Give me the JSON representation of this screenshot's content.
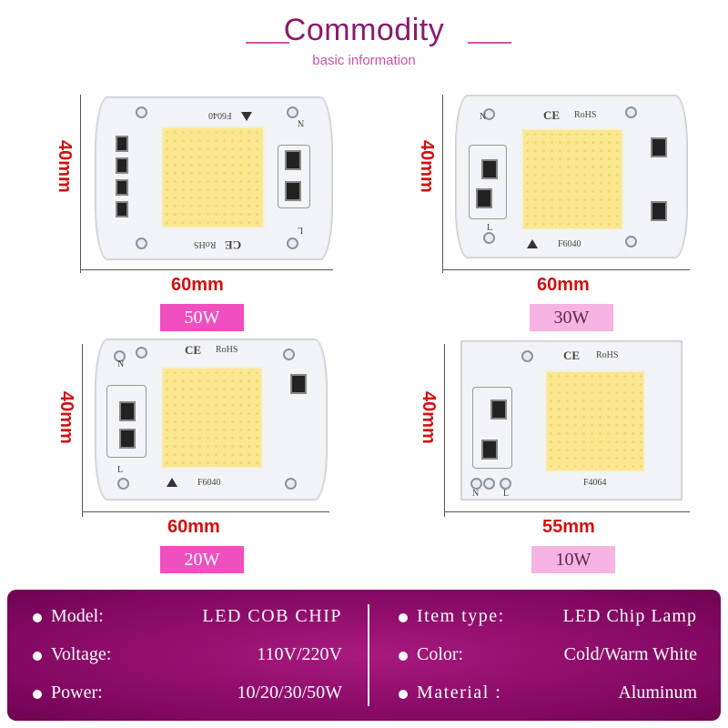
{
  "header": {
    "title": "Commodity",
    "subtitle": "basic information"
  },
  "boards": [
    {
      "watt": "50W",
      "width_label": "60mm",
      "height_label": "40mm",
      "marking": "F6040",
      "ce": "CE",
      "rohs": "RoHS"
    },
    {
      "watt": "30W",
      "width_label": "60mm",
      "height_label": "40mm",
      "marking": "F6040",
      "ce": "CE",
      "rohs": "RoHS"
    },
    {
      "watt": "20W",
      "width_label": "60mm",
      "height_label": "40mm",
      "marking": "F6040",
      "ce": "CE",
      "rohs": "RoHS"
    },
    {
      "watt": "10W",
      "width_label": "55mm",
      "height_label": "40mm",
      "marking": "F4064",
      "ce": "CE",
      "rohs": "RoHS"
    }
  ],
  "pins": {
    "n": "N",
    "l": "L"
  },
  "specs": {
    "left": [
      {
        "label": "Model:",
        "value": "LED COB CHIP"
      },
      {
        "label": "Voltage:",
        "value": "110V/220V"
      },
      {
        "label": "Power:",
        "value": "10/20/30/50W"
      }
    ],
    "right": [
      {
        "label": "Item type:",
        "value": "LED Chip Lamp"
      },
      {
        "label": "Color:",
        "value": "Cold/Warm White"
      },
      {
        "label": "Material :",
        "value": "Aluminum"
      }
    ]
  },
  "colors": {
    "title": "#8a1a6e",
    "accent": "#d64fa3",
    "badge": "#f04fbf",
    "dimension": "#d40f0f",
    "panel": "#830862"
  }
}
